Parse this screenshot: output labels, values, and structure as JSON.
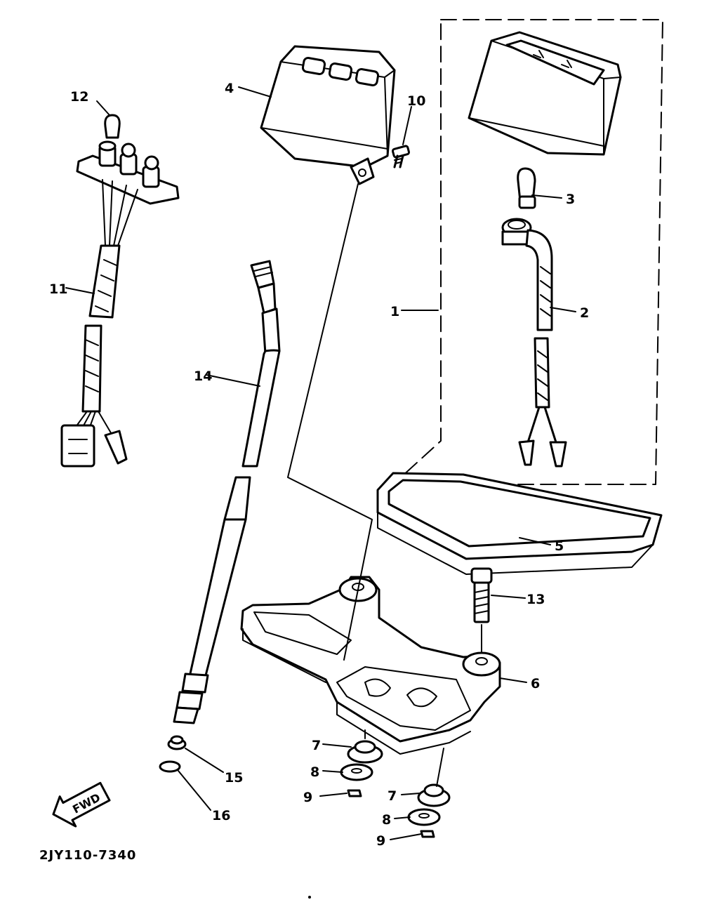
{
  "diagram_code": "2JY110-7340",
  "fwd_mark": "FWD",
  "callouts": {
    "c1": "1",
    "c2": "2",
    "c3": "3",
    "c4": "4",
    "c5": "5",
    "c6": "6",
    "c7a": "7",
    "c7b": "7",
    "c8a": "8",
    "c8b": "8",
    "c9a": "9",
    "c9b": "9",
    "c10": "10",
    "c11": "11",
    "c12": "12",
    "c13": "13",
    "c14": "14",
    "c15": "15",
    "c16": "16"
  }
}
